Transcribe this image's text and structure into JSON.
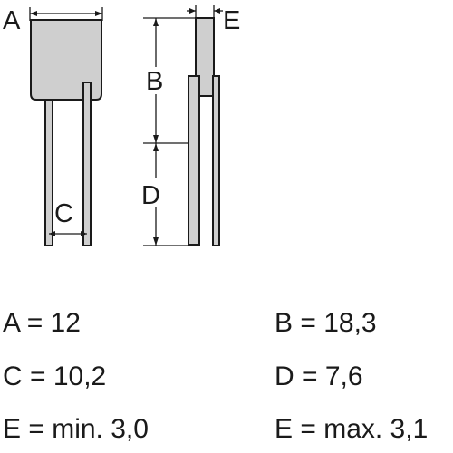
{
  "diagram": {
    "labels": {
      "A": "A",
      "B": "B",
      "C": "C",
      "D": "D",
      "E": "E"
    }
  },
  "specs": [
    {
      "text": "A = 12"
    },
    {
      "text": "B = 18,3"
    },
    {
      "text": "C = 10,2"
    },
    {
      "text": "D = 7,6"
    },
    {
      "text": "E = min. 3,0"
    },
    {
      "text": "E = max. 3,1"
    }
  ],
  "colors": {
    "body_fill": "#cfcfcf",
    "line": "#1a1a1a"
  }
}
